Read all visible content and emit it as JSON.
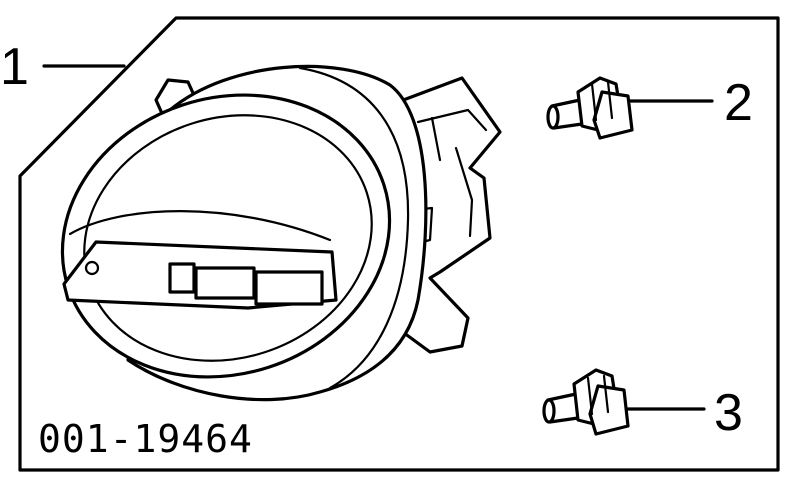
{
  "diagram": {
    "part_number": "001-19464",
    "callouts": [
      {
        "label": "1",
        "part": "fog-lamp-assembly"
      },
      {
        "label": "2",
        "part": "bulb-socket-upper"
      },
      {
        "label": "3",
        "part": "bulb-socket-lower"
      }
    ]
  },
  "colors": {
    "ink": "#000000",
    "paper": "#ffffff"
  }
}
